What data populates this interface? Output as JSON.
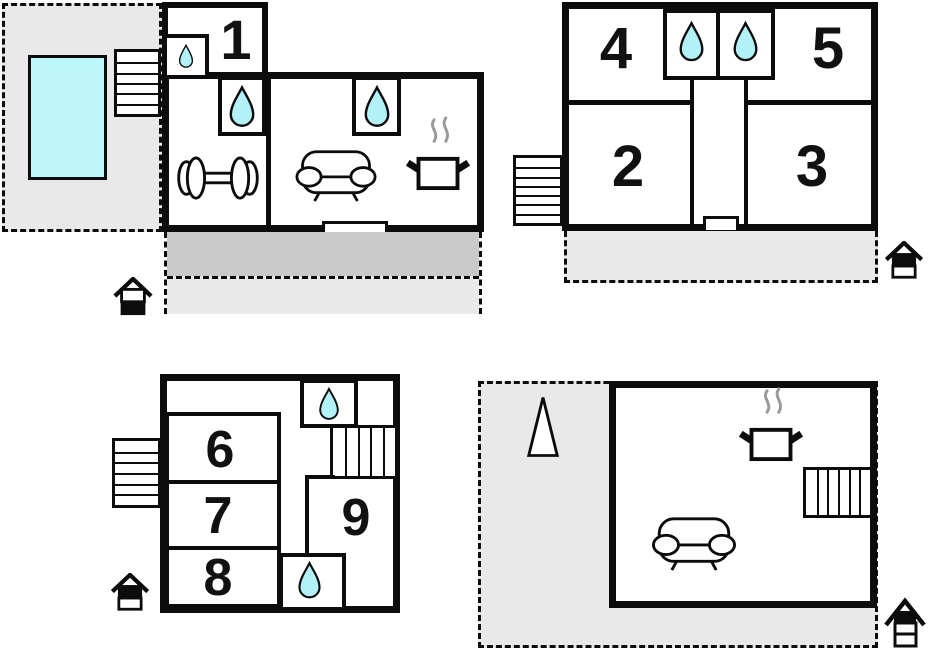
{
  "image_type": "vacation-home-floor-plan-set",
  "colors": {
    "wall": "#0c0c0c",
    "water_drop": "#b2f1f7",
    "pool": "#bdf7fb",
    "outdoor_light_gray": "#e9e9e9",
    "terrace_dark_gray": "#c9c9c9",
    "steam_gray": "#999999",
    "background": "#ffffff"
  },
  "plans": [
    {
      "id": "plan-top-left",
      "position": "top-left",
      "rooms": [
        {
          "label": "1"
        }
      ],
      "icons": [
        "swimming-pool",
        "stairs",
        "water-drop-small",
        "water-drop",
        "water-drop",
        "dumbbell",
        "sofa",
        "cooking-pot",
        "door",
        "terrace-covered",
        "terrace-open",
        "house-level-lower"
      ]
    },
    {
      "id": "plan-top-right",
      "position": "top-right",
      "rooms": [
        {
          "label": "4"
        },
        {
          "label": "5"
        },
        {
          "label": "2"
        },
        {
          "label": "3"
        }
      ],
      "icons": [
        "water-drop",
        "water-drop",
        "hallway",
        "door",
        "stairs",
        "terrace-open",
        "house-level-upper"
      ]
    },
    {
      "id": "plan-bottom-left",
      "position": "bottom-left",
      "rooms": [
        {
          "label": "6"
        },
        {
          "label": "7"
        },
        {
          "label": "8"
        },
        {
          "label": "9"
        }
      ],
      "icons": [
        "water-drop",
        "water-drop",
        "stairs-indoor",
        "stairs",
        "house-level-upper"
      ]
    },
    {
      "id": "plan-bottom-right",
      "position": "bottom-right",
      "rooms": [],
      "icons": [
        "tree",
        "cooking-pot",
        "stairs-indoor",
        "sofa",
        "patio",
        "house-level-top"
      ]
    }
  ]
}
